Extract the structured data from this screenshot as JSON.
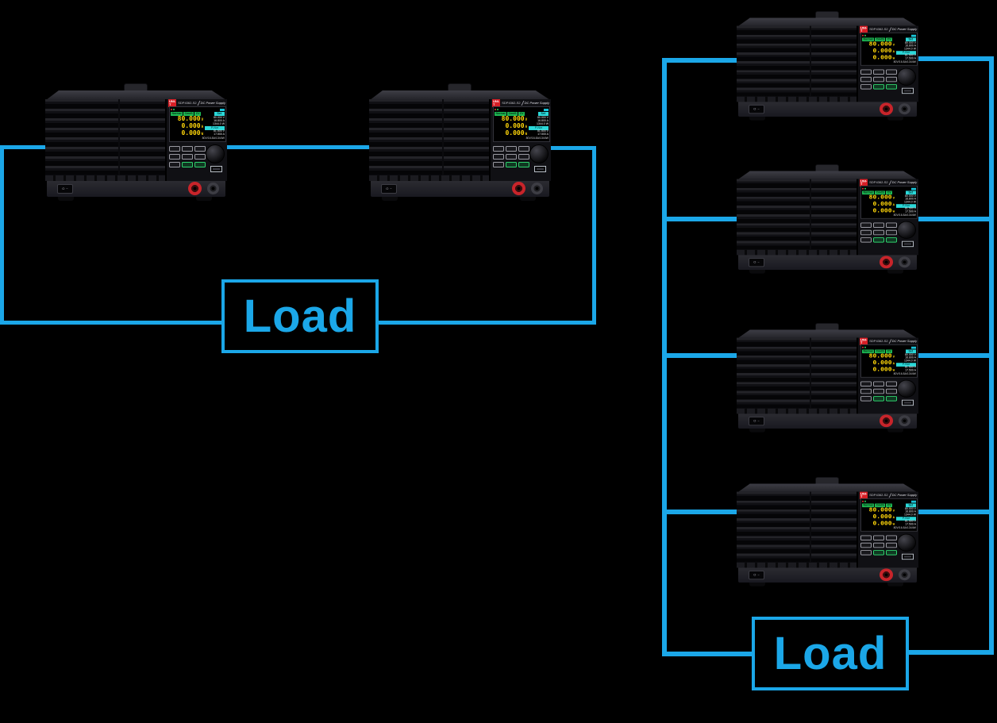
{
  "canvas": {
    "background": "#000000",
    "accent": "#1ba7e8"
  },
  "left_circuit": {
    "type": "series-connection-2-units",
    "load_label": "Load"
  },
  "right_circuit": {
    "type": "parallel-connection-4-units",
    "load_label": "Load"
  },
  "psu": {
    "brand": "UNI-T",
    "model": "SDP4362-S2",
    "type_label": "DC Power Supply",
    "screen": {
      "tabs": [
        "Normal",
        "CmdS",
        "CV"
      ],
      "set_header": "Set",
      "readout_voltage": "80.000",
      "readout_voltage_unit": "V",
      "readout_current": "0.000",
      "readout_current_unit": "A",
      "readout_power": "0.000",
      "readout_power_unit": "W",
      "set_voltage": "80.000 V",
      "set_current": "16.800 A",
      "set_power": "1344.0 W",
      "mode_chip": "P-Nor",
      "ovp": "81.500 V",
      "ocp": "17.500 A",
      "caption": "80V/16.8A/1344W"
    },
    "power_switch_off_glyph": "O",
    "power_switch_on_glyph": "−"
  }
}
